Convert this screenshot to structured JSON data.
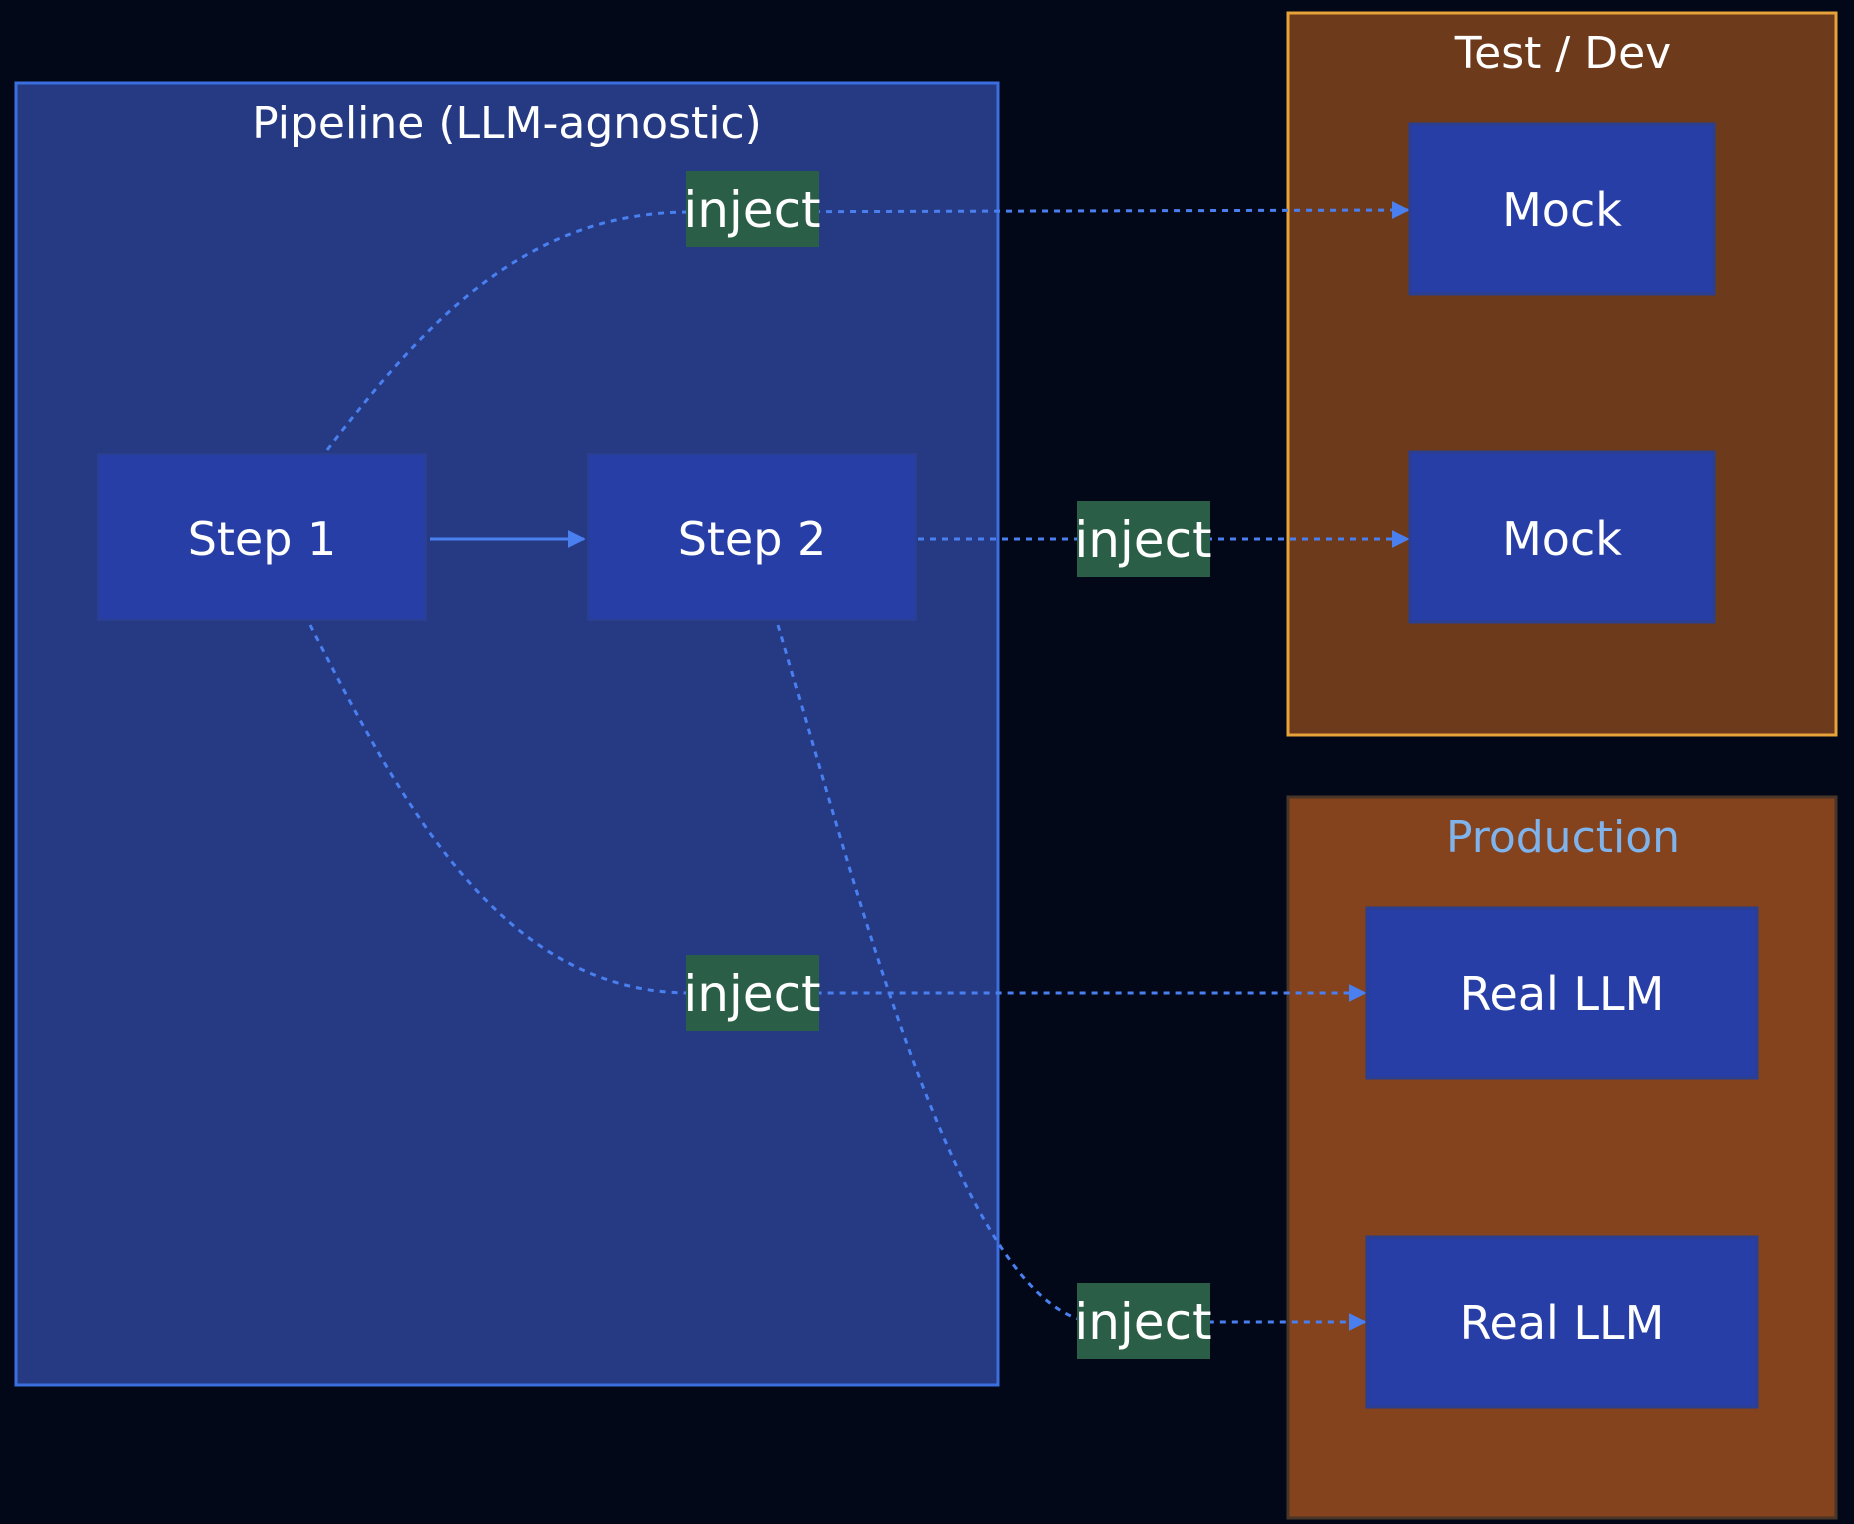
{
  "clusters": {
    "pipeline": {
      "title": "Pipeline (LLM-agnostic)",
      "fill": "#253a83",
      "stroke": "#3b6fe0",
      "title_color": "#ffffff"
    },
    "test_dev": {
      "title": "Test / Dev",
      "fill": "#6e3a1c",
      "stroke": "#e7a33a",
      "title_color": "#ffffff"
    },
    "production": {
      "title": "Production",
      "fill": "#84421d",
      "stroke": "#4a3628",
      "title_color": "#7fb3ec"
    }
  },
  "nodes": {
    "step1": {
      "label": "Step 1"
    },
    "step2": {
      "label": "Step 2"
    },
    "mock1": {
      "label": "Mock"
    },
    "mock2": {
      "label": "Mock"
    },
    "real1": {
      "label": "Real LLM"
    },
    "real2": {
      "label": "Real LLM"
    }
  },
  "edges": {
    "step1_step2": {
      "style": "solid"
    },
    "step1_mock1": {
      "label": "inject",
      "style": "dashed"
    },
    "step2_mock2": {
      "label": "inject",
      "style": "dashed"
    },
    "step1_real1": {
      "label": "inject",
      "style": "dashed"
    },
    "step2_real2": {
      "label": "inject",
      "style": "dashed"
    }
  },
  "colors": {
    "background": "#020817",
    "node_fill": "#263ea6",
    "node_stroke": "#2a3f8f",
    "edge": "#4a7ff0",
    "edge_label_bg": "#2b5e46"
  }
}
